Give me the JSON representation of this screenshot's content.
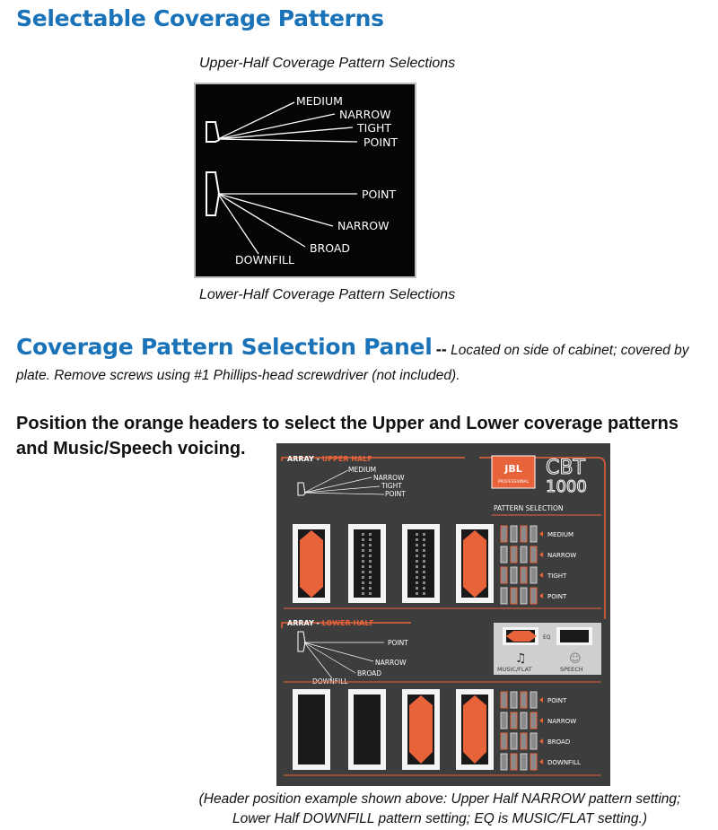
{
  "heading": "Selectable Coverage Patterns",
  "upper_caption": "Upper-Half Coverage Pattern Selections",
  "lower_caption": "Lower-Half Coverage Pattern Selections",
  "diagram": {
    "upper_labels": [
      "MEDIUM",
      "NARROW",
      "TIGHT",
      "POINT"
    ],
    "lower_labels": [
      "POINT",
      "NARROW",
      "BROAD",
      "DOWNFILL"
    ]
  },
  "panel_section": {
    "title": "Coverage Pattern Selection Panel",
    "separator": "--",
    "description": "Located on side of cabinet; covered by plate.  Remove screws using #1 Phillips-head screwdriver (not included)."
  },
  "instruction": "Position the orange headers to select the Upper and Lower coverage patterns and Music/Speech voicing.",
  "panel": {
    "upper_header": "ARRAY - ",
    "upper_header_accent": "UPPER HALF",
    "lower_header": "ARRAY - ",
    "lower_header_accent": "LOWER HALF",
    "brand": "JBL",
    "brand_sub": "PROFESSIONAL",
    "model_top": "CBT",
    "model_bottom": "1000",
    "pattern_selection": "PATTERN SELECTION",
    "upper_labels": [
      "MEDIUM",
      "NARROW",
      "TIGHT",
      "POINT"
    ],
    "lower_labels": [
      "POINT",
      "NARROW",
      "BROAD",
      "DOWNFILL"
    ],
    "eq_label": "EQ",
    "music_label": "MUSIC/FLAT",
    "speech_label": "SPEECH",
    "upper_selected": "NARROW",
    "lower_selected": "DOWNFILL",
    "eq_selected": "MUSIC/FLAT",
    "accent_color": "#e8623a",
    "panel_color": "#3e3d3d"
  },
  "example_lines": [
    "(Header position example shown above:  Upper Half NARROW pattern setting;",
    "Lower Half DOWNFILL pattern setting; EQ is MUSIC/FLAT setting.)"
  ]
}
